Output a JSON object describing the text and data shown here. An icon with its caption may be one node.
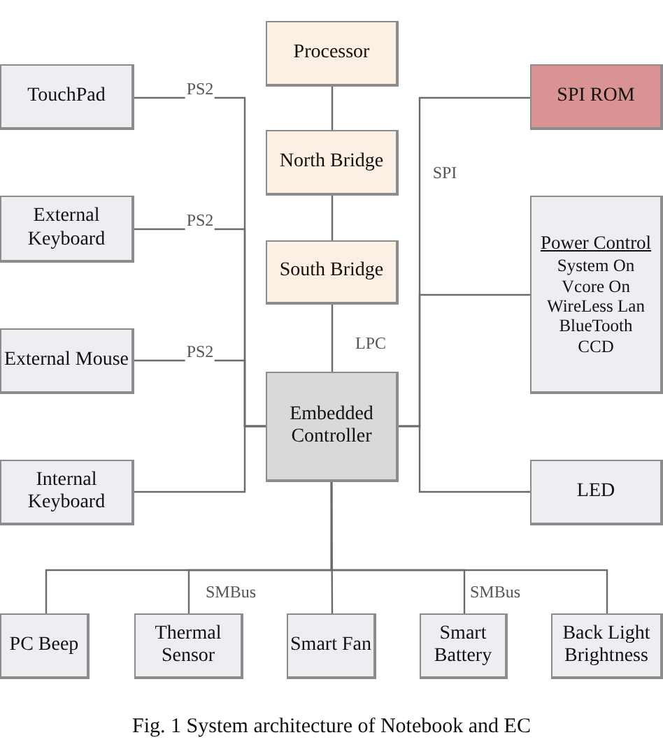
{
  "diagram": {
    "caption": "Fig. 1 System architecture of Notebook and EC",
    "nodes": [
      {
        "text": [
          "Processor"
        ]
      },
      {
        "text": [
          "TouchPad"
        ]
      },
      {
        "text": [
          "SPI ROM"
        ]
      },
      {
        "text": [
          "North Bridge"
        ]
      },
      {
        "text": [
          "External Keyboard"
        ]
      },
      {
        "text": [
          "South Bridge"
        ]
      },
      {
        "text": [
          "Power Control",
          "System On",
          "Vcore On",
          "WireLess Lan",
          "BlueTooth",
          "CCD"
        ]
      },
      {
        "text": [
          "External Mouse"
        ]
      },
      {
        "text": [
          "Embedded Controller"
        ]
      },
      {
        "text": [
          "Internal Keyboard"
        ]
      },
      {
        "text": [
          "LED"
        ]
      },
      {
        "text": [
          "PC Beep"
        ]
      },
      {
        "text": [
          "Thermal Sensor"
        ]
      },
      {
        "text": [
          "Smart Fan"
        ]
      },
      {
        "text": [
          "Smart Battery"
        ]
      },
      {
        "text": [
          "Back Light Brightness"
        ]
      }
    ],
    "edges": [
      {
        "from": 0,
        "to": 3,
        "arrow": "none"
      },
      {
        "from": 3,
        "to": 5,
        "arrow": "none"
      },
      {
        "from": 5,
        "to": 8,
        "arrow": "none",
        "label": "LPC"
      },
      {
        "from": 1,
        "to": 8,
        "arrow": "none",
        "label": "PS2"
      },
      {
        "from": 4,
        "to": 8,
        "arrow": "none",
        "label": "PS2"
      },
      {
        "from": 7,
        "to": 8,
        "arrow": "none",
        "label": "PS2"
      },
      {
        "from": 9,
        "to": 8,
        "arrow": "none"
      },
      {
        "from": 8,
        "to": 2,
        "arrow": "none",
        "label": "SPI"
      },
      {
        "from": 8,
        "to": 6,
        "arrow": "none"
      },
      {
        "from": 8,
        "to": 10,
        "arrow": "none"
      },
      {
        "from": 8,
        "to": 11,
        "arrow": "none"
      },
      {
        "from": 8,
        "to": 12,
        "arrow": "none",
        "label": "SMBus"
      },
      {
        "from": 8,
        "to": 13,
        "arrow": "none"
      },
      {
        "from": 8,
        "to": 14,
        "arrow": "none",
        "label": "SMBus"
      },
      {
        "from": 8,
        "to": 15,
        "arrow": "none"
      }
    ]
  }
}
